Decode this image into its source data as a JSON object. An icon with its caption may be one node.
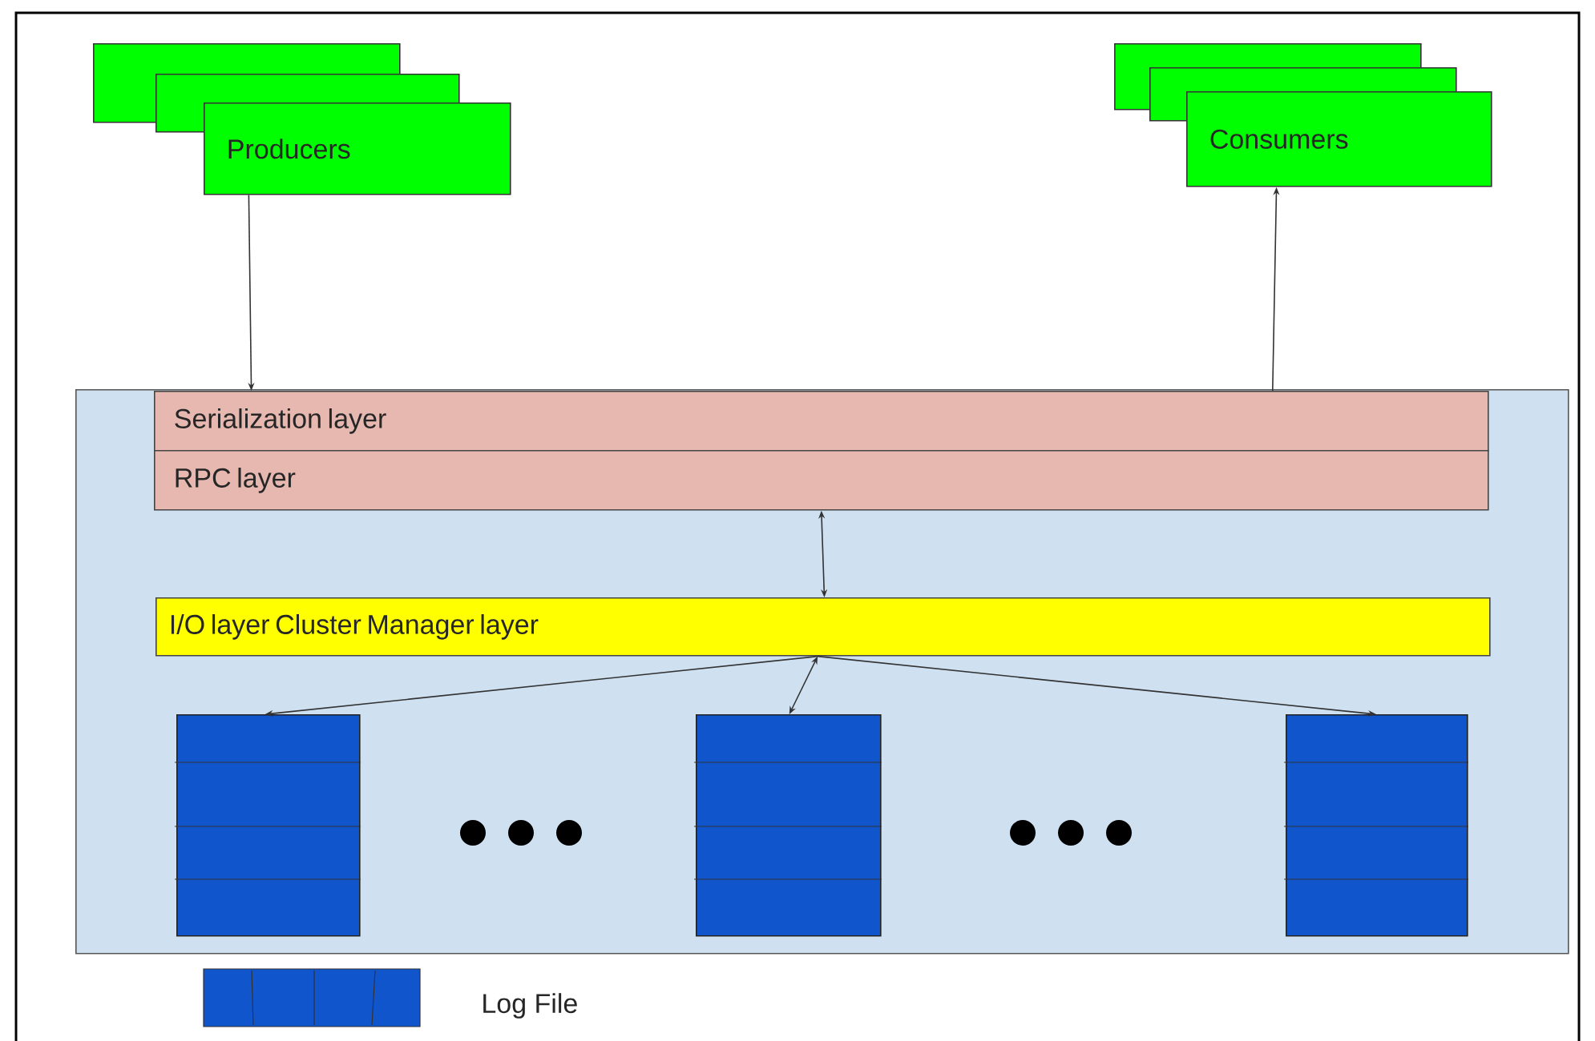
{
  "diagram": {
    "nodes": [
      {
        "text": [],
        "shape": "box"
      },
      {
        "text": [],
        "shape": "box"
      },
      {
        "text": [
          "Producers"
        ]
      },
      {
        "text": [],
        "shape": "box"
      },
      {
        "text": [],
        "shape": "box"
      },
      {
        "text": [
          "Consumers"
        ]
      },
      {
        "text": [],
        "shape": "box"
      },
      {
        "text": [
          "Serialization layer"
        ],
        "in": 6
      },
      {
        "text": [
          "RPC layer"
        ],
        "in": 6
      },
      {
        "text": [
          "I/O layer Cluster Manager layer"
        ],
        "in": 6
      },
      {
        "text": [],
        "shape": "box",
        "in": 6
      },
      {
        "text": [],
        "shape": "box",
        "in": 6
      },
      {
        "text": [],
        "shape": "box",
        "in": 6
      }
    ],
    "edges": [
      {
        "from": 2,
        "to": 7,
        "arrow": "to"
      },
      {
        "from": 7,
        "to": 5,
        "arrow": "to"
      },
      {
        "from": 8,
        "to": 9,
        "arrow": "both"
      },
      {
        "from": 9,
        "to": 10,
        "arrow": "to"
      },
      {
        "from": 9,
        "to": 11,
        "arrow": "both"
      },
      {
        "from": 9,
        "to": 12,
        "arrow": "to"
      }
    ],
    "legend": [
      {
        "text": "Log File"
      }
    ]
  }
}
